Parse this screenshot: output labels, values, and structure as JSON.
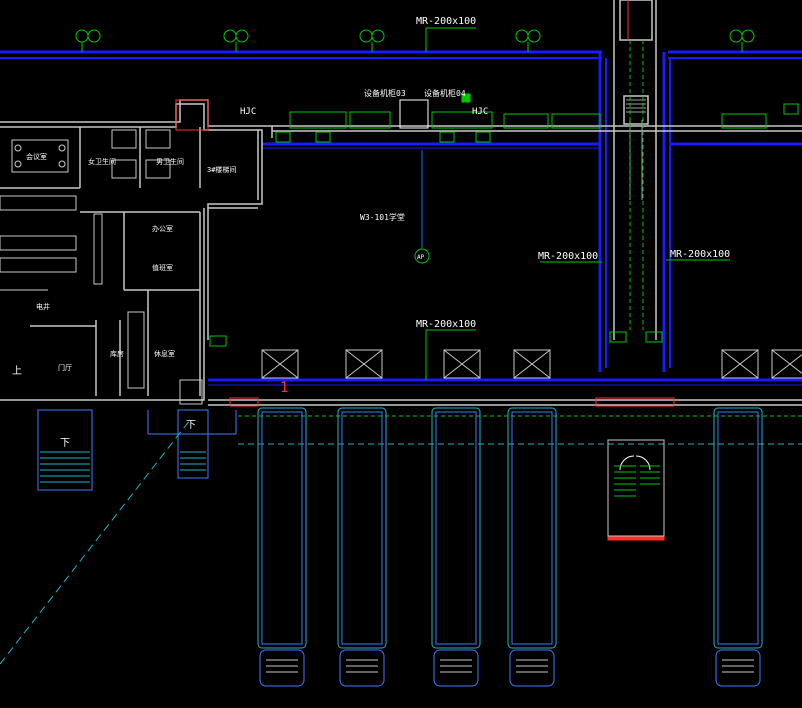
{
  "tray_labels": {
    "top": "MR-200x100",
    "mid": "MR-200x100",
    "right_a": "MR-200x100",
    "right_b": "MR-200x100"
  },
  "equipment_labels": {
    "cabinet_03": "设备机柜03",
    "cabinet_04": "设备机柜04",
    "hjc_left": "HJC",
    "hjc_right": "HJC"
  },
  "rooms": {
    "main_room": "W3-101学堂",
    "meeting": "会议室",
    "ladies": "女卫生间",
    "gents": "男卫生间",
    "elevator_room": "3#楼梯间",
    "office_a": "办公室",
    "office_b": "值班室",
    "electric": "电井",
    "lobby": "门厅",
    "storage": "库房",
    "duty": "休息室"
  },
  "markers": {
    "ap": "AP",
    "stair_down_left": "下",
    "stair_down_mid": "下",
    "stair_up": "上",
    "grid_no": "1"
  },
  "colors": {
    "tray": "#1a1aff",
    "wall": "#c8c8c8",
    "wall_red": "#ff3030",
    "green": "#00c800",
    "cyan": "#20b4c8",
    "white": "#ffffff"
  }
}
